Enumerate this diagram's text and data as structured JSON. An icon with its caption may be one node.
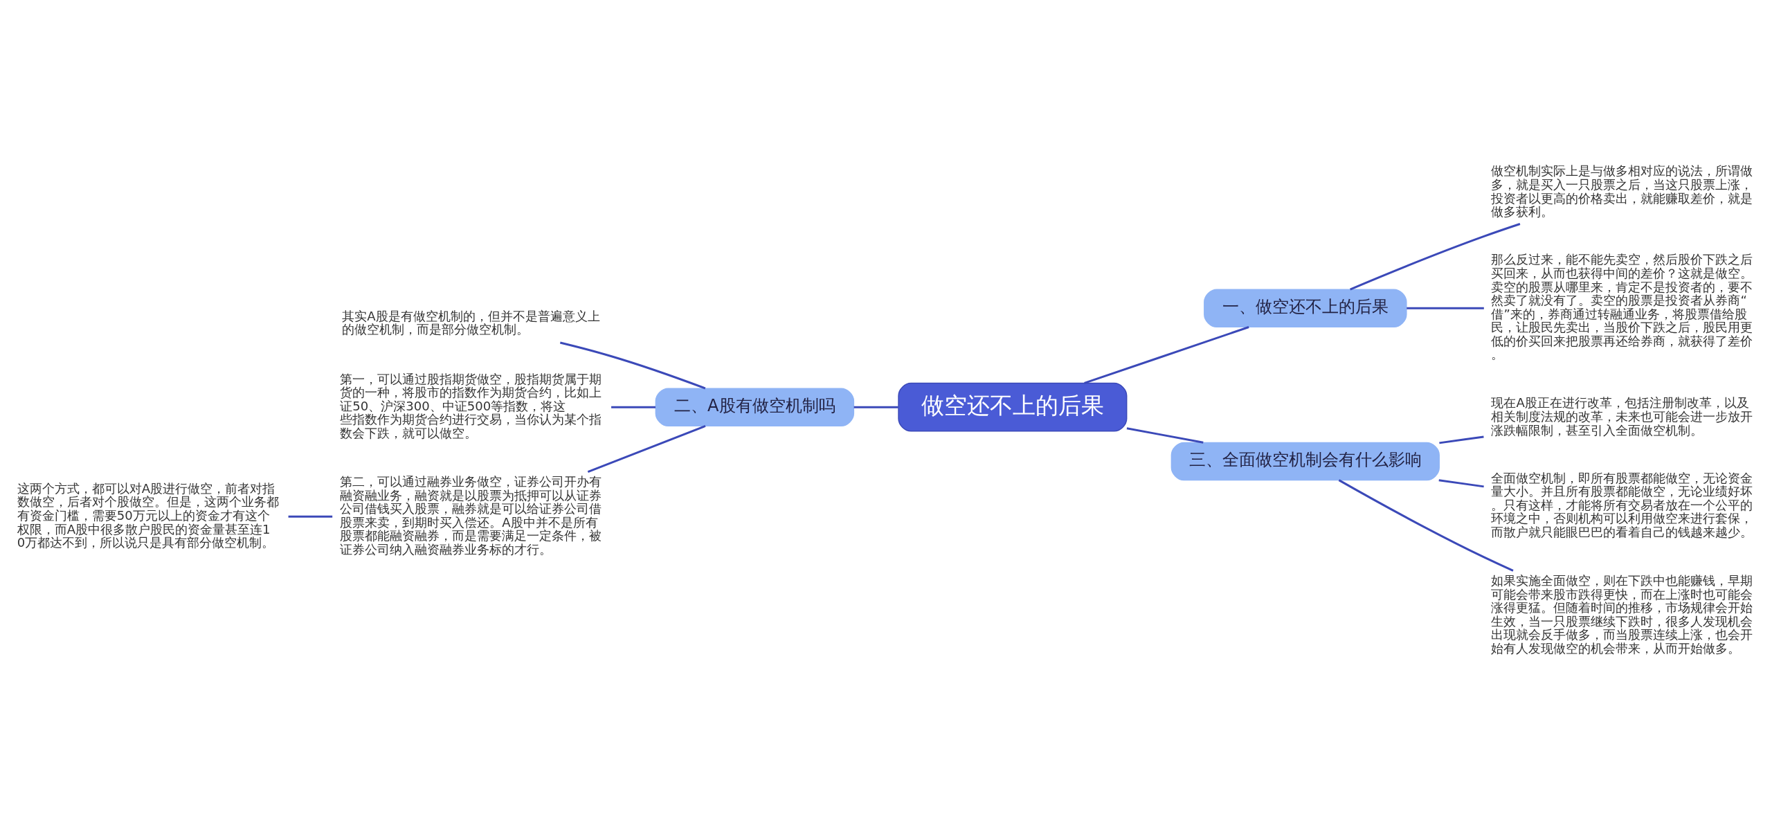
{
  "diagram": {
    "nodes": [
      {
        "text": [
          "做空还不上的后果"
        ]
      },
      {
        "text": [
          "一、做空还不上的后果"
        ]
      },
      {
        "text": [
          "做空机制实际上是与做多相对应的说法，所谓做多，就是买入一只股票之后，当这只股票上涨，投资者以更高的价格卖出，就能赚取差价，就是做多获利。"
        ]
      },
      {
        "text": [
          "那么反过来，能不能先卖空，然后股价下跌之后买回来，从而也获得中间的差价？这就是做空。卖空的股票从哪里来，肯定不是投资者的，要不然卖了就没有了。卖空的股票是投资者从券商“借”来的，券商通过转融通业务，将股票借给股民，让股民先卖出，当股价下跌之后，股民用更低的价买回来把股票再还给券商，就获得了差价。"
        ]
      },
      {
        "text": [
          "二、A股有做空机制吗"
        ]
      },
      {
        "text": [
          "其实A股是有做空机制的，但并不是普遍意义上的做空机制，而是部分做空机制。"
        ]
      },
      {
        "text": [
          "第一，可以通过股指期货做空，股指期货属于期货的一种，将股市的指数作为期货合约，比如上证50、沪深300、中证500等指数，将这些指数作为期货合约进行交易，当你认为某个指数会下跌，就可以做空。"
        ]
      },
      {
        "text": [
          "第二，可以通过融券业务做空，证券公司开办有融资融业务，融资就是以股票为抵押可以从证券公司借钱买入股票，融券就是可以给证券公司借股票来卖，到期时买入偿还。A股中并不是所有股票都能融资融券，而是需要满足一定条件，被证券公司纳入融资融券业务标的才行。"
        ]
      },
      {
        "text": [
          "这两个方式，都可以对A股进行做空，前者对指数做空，后者对个股做空。但是，这两个业务都有资金门槛，需要50万元以上的资金才有这个权限，而A股中很多散户股民的资金量甚至连10万都达不到，所以说只是具有部分做空机制。"
        ]
      },
      {
        "text": [
          "三、全面做空机制会有什么影响"
        ]
      },
      {
        "text": [
          "现在A股正在进行改革，包括注册制改革，以及相关制度法规的改革，未来也可能会进一步放开涨跌幅限制，甚至引入全面做空机制。"
        ]
      },
      {
        "text": [
          "全面做空机制，即所有股票都能做空，无论资金量大小。并且所有股票都能做空，无论业绩好坏。只有这样，才能将所有交易者放在一个公平的环境之中，否则机构可以利用做空来进行套保，而散户就只能眼巴巴的看着自己的钱越来越少。"
        ]
      },
      {
        "text": [
          "如果实施全面做空，则在下跌中也能赚钱，早期可能会带来股市跌得更快，而在上涨时也可能会涨得更猛。但随着时间的推移，市场规律会开始生效，当一只股票继续下跌时，很多人发现机会出现就会反手做多，而当股票连续上涨，也会开始有人发现做空的机会带来，从而开始做多。"
        ]
      }
    ],
    "edges": [
      {
        "from": 0,
        "to": 1,
        "arrow": "none"
      },
      {
        "from": 1,
        "to": 2,
        "arrow": "none"
      },
      {
        "from": 1,
        "to": 3,
        "arrow": "none"
      },
      {
        "from": 0,
        "to": 4,
        "arrow": "none"
      },
      {
        "from": 4,
        "to": 5,
        "arrow": "none"
      },
      {
        "from": 4,
        "to": 6,
        "arrow": "none"
      },
      {
        "from": 4,
        "to": 7,
        "arrow": "none"
      },
      {
        "from": 7,
        "to": 8,
        "arrow": "none"
      },
      {
        "from": 0,
        "to": 9,
        "arrow": "none"
      },
      {
        "from": 9,
        "to": 10,
        "arrow": "none"
      },
      {
        "from": 9,
        "to": 11,
        "arrow": "none"
      },
      {
        "from": 9,
        "to": 12,
        "arrow": "none"
      }
    ]
  }
}
